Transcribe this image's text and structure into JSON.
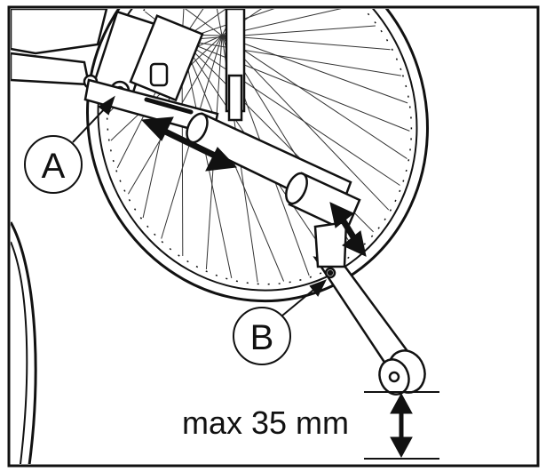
{
  "callouts": {
    "a": "A",
    "b": "B"
  },
  "dimension": {
    "label": "max 35 mm"
  },
  "colors": {
    "line": "#111111",
    "background": "#ffffff",
    "spoke": "#333333"
  },
  "icons": {
    "double_arrow": "double-headed-arrow-icon",
    "dimension_arrow": "vertical-dimension-arrow-icon"
  }
}
